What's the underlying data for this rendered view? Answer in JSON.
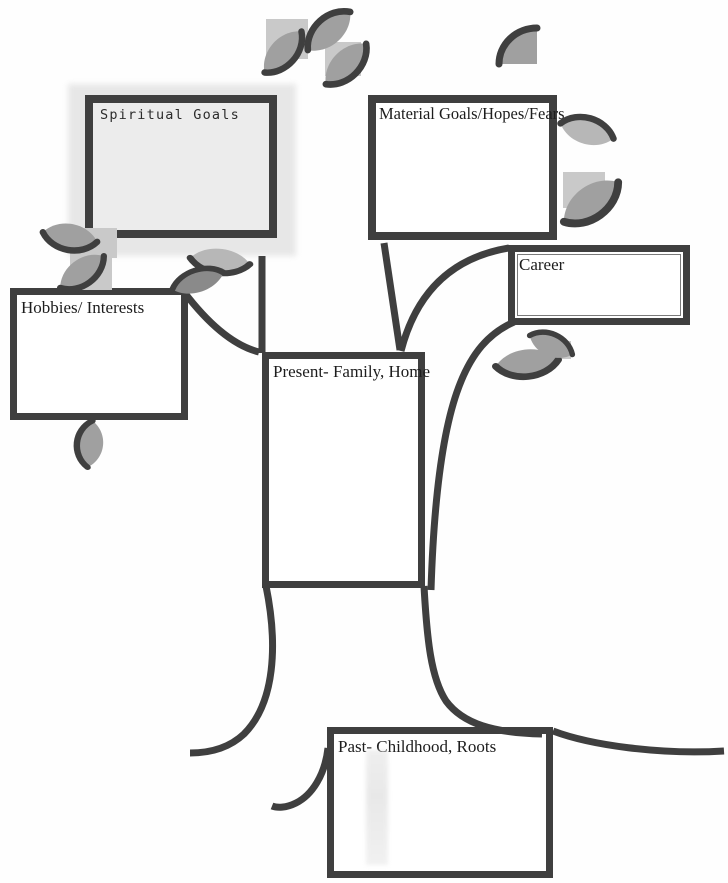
{
  "diagram": {
    "type": "life-tree-graphic-organizer",
    "boxes": {
      "spiritual": {
        "label": "Spiritual Goals"
      },
      "material": {
        "label": "Material Goals/Hopes/Fears"
      },
      "career": {
        "label": "Career"
      },
      "hobbies": {
        "label": "Hobbies/ Interests"
      },
      "present": {
        "label": "Present- Family, Home"
      },
      "past": {
        "label": "Past- Childhood, Roots"
      }
    }
  },
  "colors": {
    "ink": "#3f3f3f",
    "leaf": "#a0a0a0",
    "leaf_light": "#b7b7b7",
    "leaf_dark": "#8a8a8a",
    "square": "#c9c9c9",
    "halo": "#e7e7e7",
    "spiritual_fill": "#ececec",
    "paper": "#fefefe"
  }
}
